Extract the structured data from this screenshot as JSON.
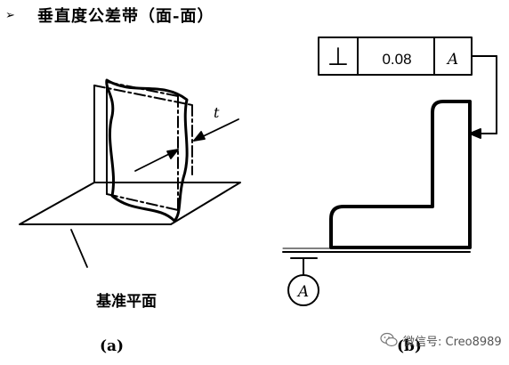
{
  "heading": {
    "bullet": "➢",
    "title": "垂直度公差带（面-面）"
  },
  "figure_a": {
    "dimension_label": "t",
    "datum_plane_label": "基准平面",
    "caption": "(a)"
  },
  "figure_b": {
    "frame_symbol": "⊥",
    "tolerance_value": "0.08",
    "datum_ref": "A",
    "datum_symbol_letter": "A",
    "caption": "(b)"
  },
  "watermark": {
    "text": "微信号: Creo8989",
    "icon": "wechat-icon"
  }
}
